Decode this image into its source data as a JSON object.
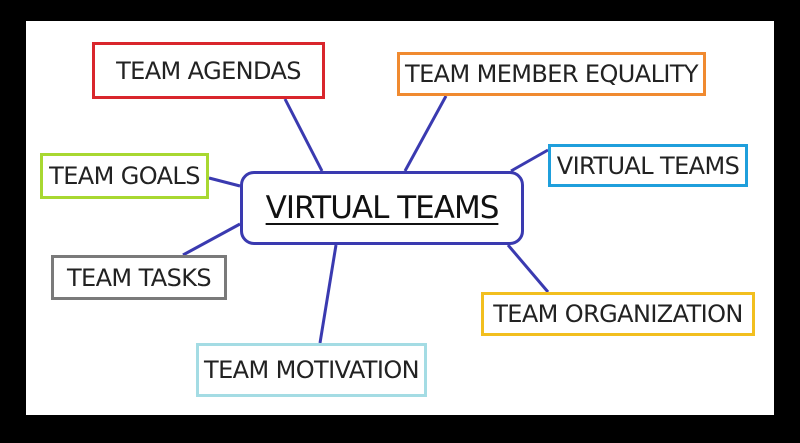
{
  "diagram": {
    "central_topic": "VIRTUAL TEAMS",
    "topics": {
      "agendas": "TEAM AGENDAS",
      "member_equality": "TEAM MEMBER EQUALITY",
      "goals": "TEAM GOALS",
      "virtual_teams": "VIRTUAL TEAMS",
      "tasks": "TEAM TASKS",
      "organization": "TEAM ORGANIZATION",
      "motivation": "TEAM MOTIVATION"
    },
    "colors": {
      "background_frame": "#000000",
      "board": "#ffffff",
      "connector": "#3a3ab0",
      "central_border": "#3a3ab0",
      "agendas_border": "#d9262c",
      "member_equality_border": "#f08a30",
      "goals_border": "#a8d831",
      "virtual_teams_border": "#1f9fdc",
      "tasks_border": "#7a7a7a",
      "organization_border": "#f2bf1f",
      "motivation_border": "#a4dce4"
    }
  }
}
